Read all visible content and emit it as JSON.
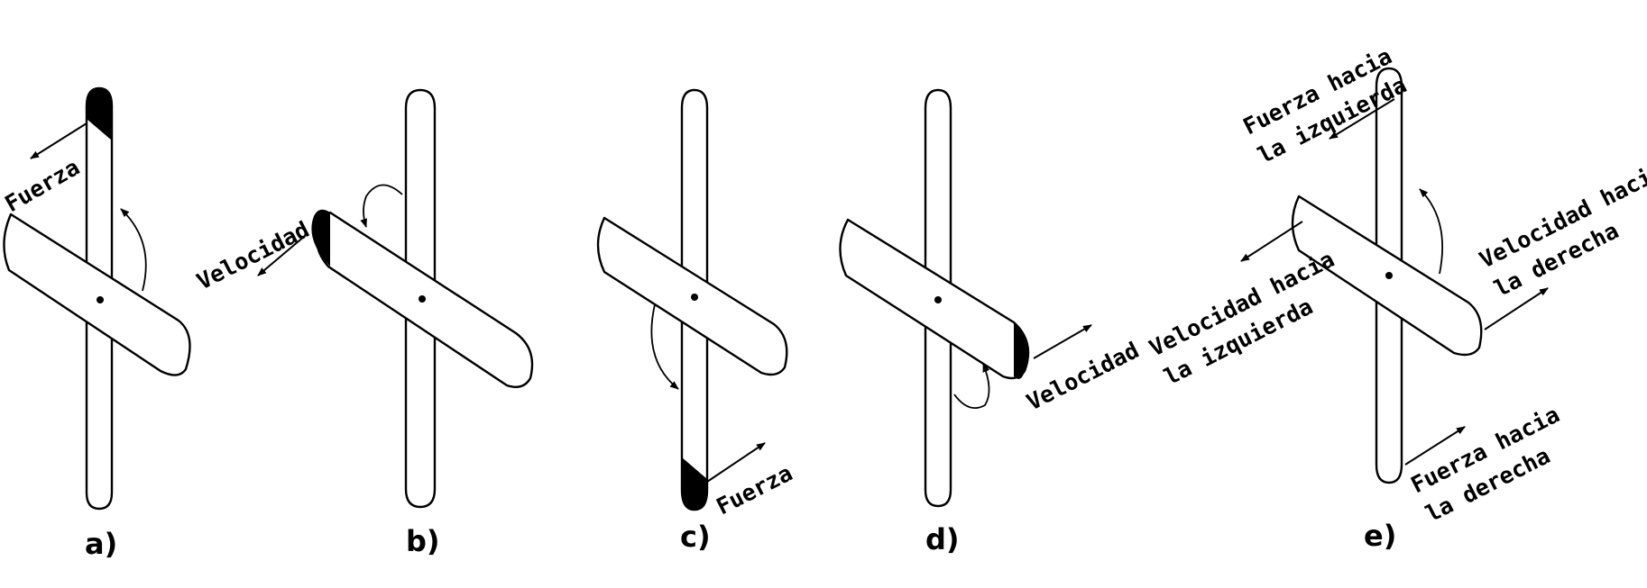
{
  "panels": [
    {
      "caption": "a)",
      "labels": [
        "Fuerza"
      ]
    },
    {
      "caption": "b)",
      "labels": [
        "Velocidad"
      ]
    },
    {
      "caption": "c)",
      "labels": [
        "Fuerza"
      ]
    },
    {
      "caption": "d)",
      "labels": [
        "Velocidad"
      ]
    },
    {
      "caption": "e)",
      "labels": [
        [
          "Fuerza hacia",
          "la izquierda"
        ],
        [
          "Velocidad hacia",
          "la izquierda"
        ],
        [
          "Velocidad hacia",
          "la derecha"
        ],
        [
          "Fuerza hacia",
          "la derecha"
        ]
      ]
    }
  ],
  "colors": {
    "ink": "#000000",
    "background": "#ffffff"
  }
}
